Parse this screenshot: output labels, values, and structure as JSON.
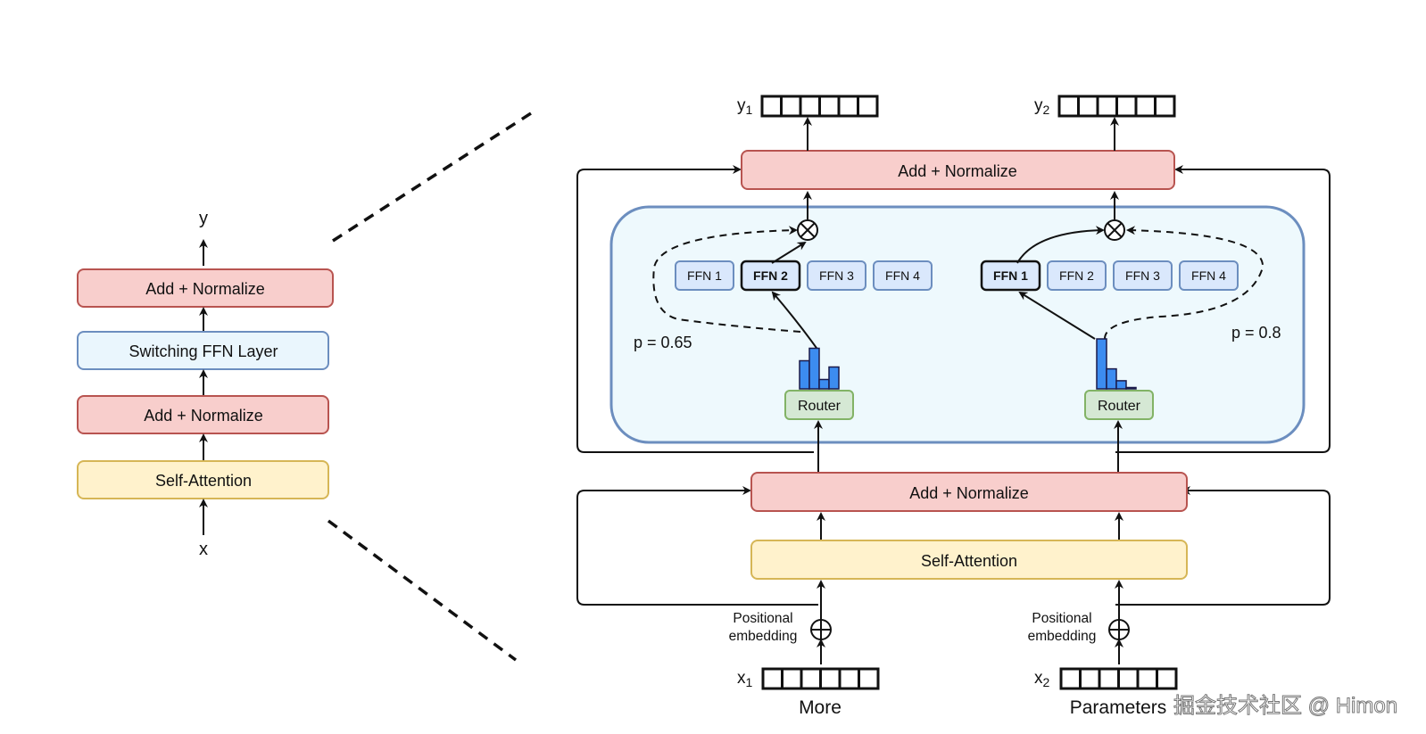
{
  "left_stack": {
    "output_label": "y",
    "input_label": "x",
    "blocks": [
      {
        "label": "Add + Normalize",
        "style": "red"
      },
      {
        "label": "Switching FFN Layer",
        "style": "blue"
      },
      {
        "label": "Add + Normalize",
        "style": "red"
      },
      {
        "label": "Self-Attention",
        "style": "yellow"
      }
    ]
  },
  "right_diagram": {
    "top_add_norm": "Add + Normalize",
    "mid_add_norm": "Add + Normalize",
    "self_attention": "Self-Attention",
    "outputs": [
      {
        "name": "y",
        "sub": "1"
      },
      {
        "name": "y",
        "sub": "2"
      }
    ],
    "inputs": [
      {
        "name": "x",
        "sub": "1",
        "word": "More",
        "pos_label_1": "Positional",
        "pos_label_2": "embedding"
      },
      {
        "name": "x",
        "sub": "2",
        "word": "Parameters",
        "pos_label_1": "Positional",
        "pos_label_2": "embedding"
      }
    ],
    "token_vector_cells": 6,
    "routers": [
      {
        "label": "Router",
        "probability_label": "p = 0.65",
        "selected_expert": 2,
        "experts": [
          "FFN 1",
          "FFN 2",
          "FFN 3",
          "FFN 4"
        ],
        "distribution": [
          0.45,
          0.65,
          0.15,
          0.35
        ]
      },
      {
        "label": "Router",
        "probability_label": "p = 0.8",
        "selected_expert": 1,
        "experts": [
          "FFN 1",
          "FFN 2",
          "FFN 3",
          "FFN 4"
        ],
        "distribution": [
          0.8,
          0.32,
          0.13,
          0.02
        ]
      }
    ]
  },
  "watermark": "掘金技术社区 @ Himon"
}
